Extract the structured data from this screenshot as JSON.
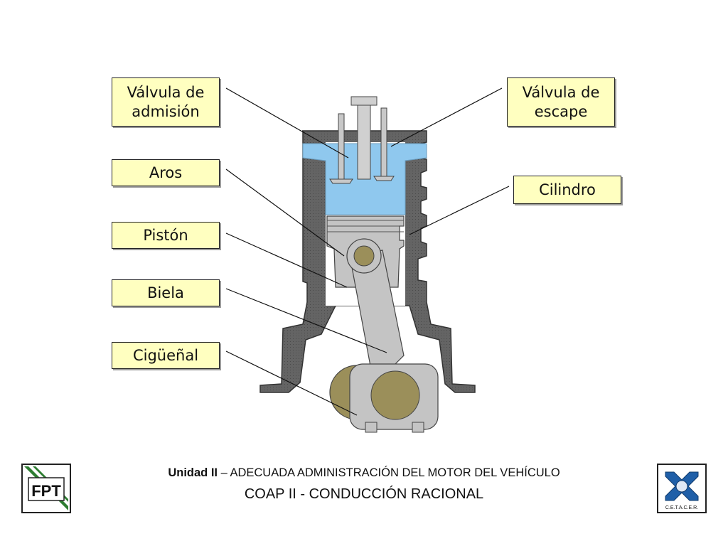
{
  "labels": {
    "admission_valve": "Válvula de admisión",
    "exhaust_valve": "Válvula de escape",
    "rings": "Aros",
    "cylinder": "Cilindro",
    "piston": "Pistón",
    "connecting_rod": "Biela",
    "crankshaft": "Cigüeñal"
  },
  "footer": {
    "unit_prefix": "Unidad II",
    "unit_separator": " – ",
    "unit_title": "ADECUADA ADMINISTRACIÓN DEL MOTOR DEL VEHÍCULO",
    "course": "COAP II - CONDUCCIÓN RACIONAL"
  },
  "logos": {
    "left_text": "FPT",
    "right_text": "C.E.T.A.C.E.R."
  },
  "colors": {
    "label_fill": "#ffffc0",
    "engine_block": "#5a5a5a",
    "combustion_chamber": "#8fc8ee",
    "piston_metal": "#c4c4c4",
    "crank_weight": "#9b8f5a",
    "logo_blue": "#1f5fa8",
    "logo_green": "#2e7d32"
  }
}
